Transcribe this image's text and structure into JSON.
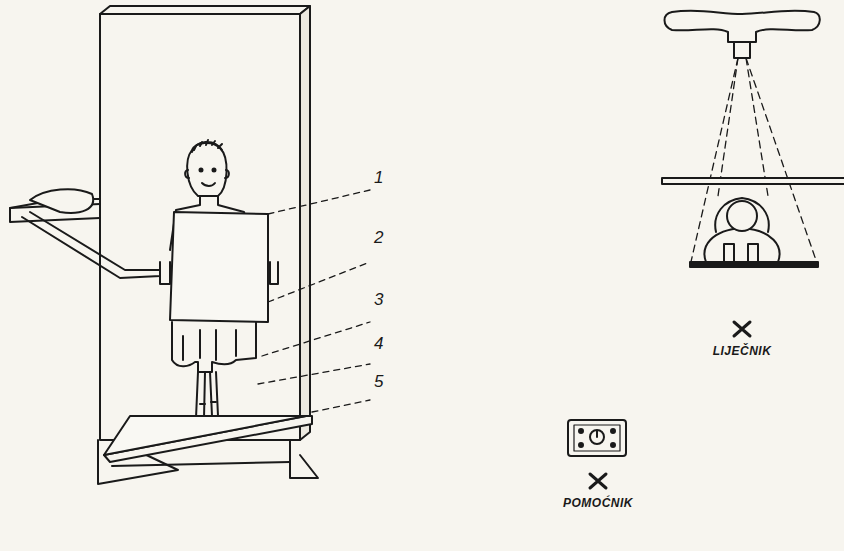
{
  "diagram": {
    "labels": [
      "1",
      "2",
      "3",
      "4",
      "5",
      "LIJEČNIK",
      "POMOĆNIK"
    ]
  }
}
